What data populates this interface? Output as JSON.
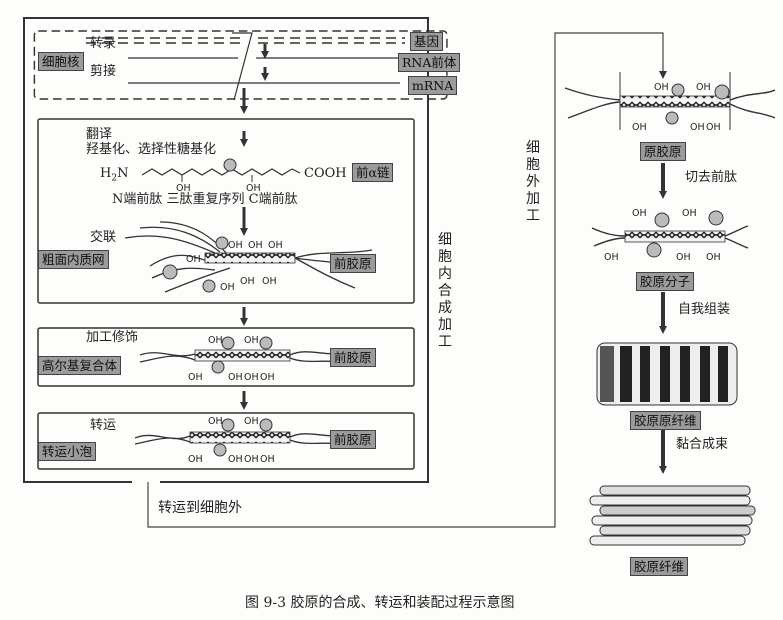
{
  "left": {
    "nucleus_label": "细胞核",
    "transcription": "转录",
    "splicing": "剪接",
    "gene_tag": "基因",
    "rna_tag": "RNA前体",
    "mrna_tag": "mRNA",
    "translation": "翻译",
    "modification": "羟基化、选择性糖基化",
    "n_term": "H",
    "n_sub": "2",
    "n_end": "N",
    "c_term": "COOH",
    "pre_alpha_tag": "前α链",
    "segments": "N端前肽  三肽重复序列  C端前肽",
    "crosslink": "交联",
    "rer_tag": "粗面内质网",
    "procollagen_tag_1": "前胶原",
    "processing": "加工修饰",
    "golgi_tag": "高尔基复合体",
    "procollagen_tag_2": "前胶原",
    "transport": "转运",
    "vesicle_tag": "转运小泡",
    "procollagen_tag_3": "前胶原",
    "intracellular": "细胞内合成加工",
    "to_outside": "转运到细胞外"
  },
  "right": {
    "extracellular": "细胞外加工",
    "procollagen_tag": "原胶原",
    "cleave": "切去前肽",
    "molecule_tag": "胶原分子",
    "self_assembly": "自我组装",
    "fibril_tag": "胶原原纤维",
    "bundle": "黏合成束",
    "fiber_tag": "胶原纤维"
  },
  "oh": "OH",
  "caption": "图 9-3    胶原的合成、转运和装配过程示意图"
}
